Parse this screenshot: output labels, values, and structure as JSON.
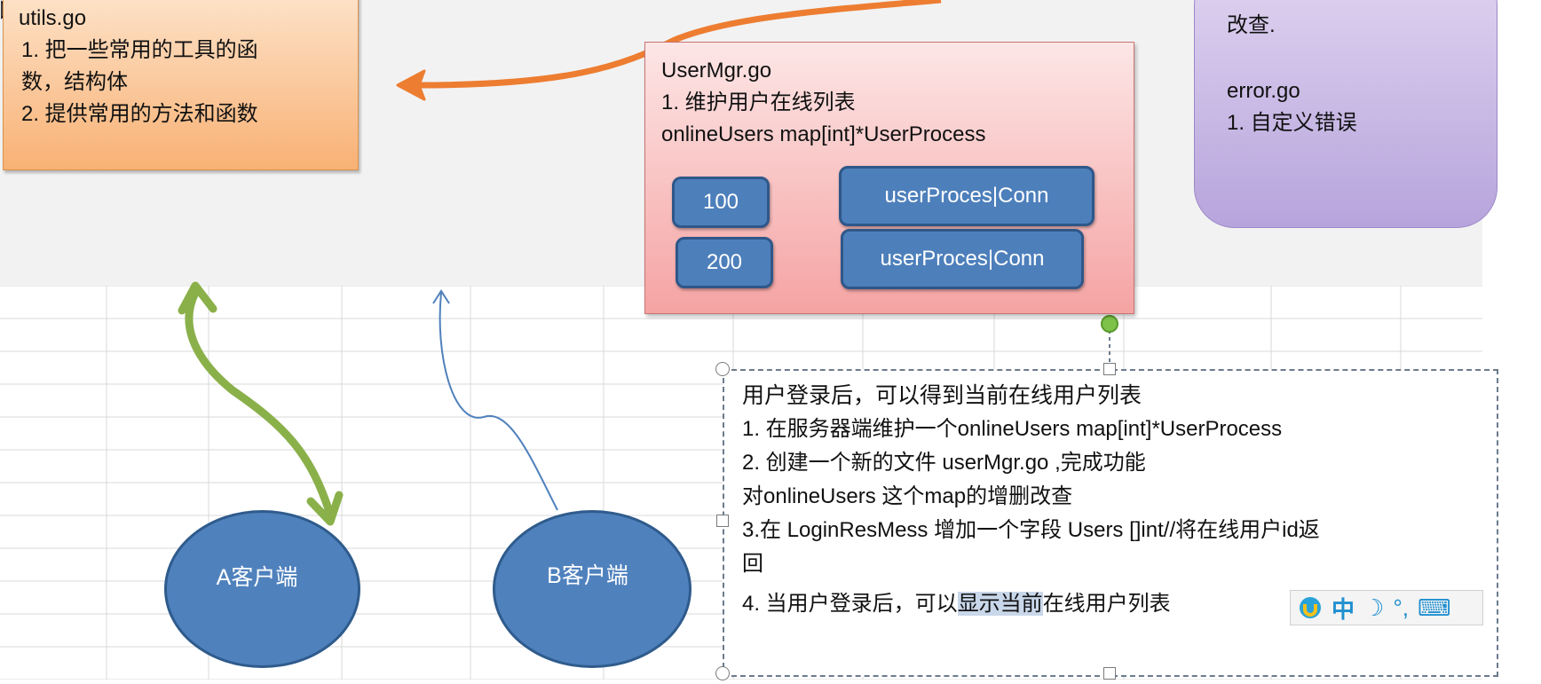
{
  "utils": {
    "title": "utils.go",
    "line1": "1. 把一些常用的工具的函",
    "line2": "数，结构体",
    "line3": "2. 提供常用的方法和函数"
  },
  "usermgr": {
    "title": "UserMgr.go",
    "line1": "1. 维护用户在线列表",
    "line2": "onlineUsers map[int]*UserProcess",
    "rows": [
      {
        "id": "100",
        "value": "userProces|Conn"
      },
      {
        "id": "200",
        "value": "userProces|Conn"
      }
    ]
  },
  "purple": {
    "line0": "改查.",
    "title": "error.go",
    "line1": "1. 自定义错误"
  },
  "clients": {
    "a": "A客户端",
    "b": "B客户端"
  },
  "note": {
    "line1": "用户登录后，可以得到当前在线用户列表",
    "line2": "1. 在服务器端维护一个onlineUsers map[int]*UserProcess",
    "line3": "2. 创建一个新的文件 userMgr.go ,完成功能",
    "line4": "对onlineUsers 这个map的增删改查",
    "line5": "3.在 LoginResMess 增加一个字段 Users []int//将在线用户id返",
    "line6": "回",
    "line7_before": "4. 当用户登录后，可以",
    "line7_highlight": "显示当前",
    "line7_after": "在线用户列表"
  },
  "ime": {
    "mode": "中",
    "moon": "☽",
    "punct": "°,",
    "keyboard": "⌨"
  },
  "colors": {
    "orange_arrow": "#ed7d31",
    "green_arrow": "#8ab04a",
    "blue_line": "#4f81bd"
  }
}
